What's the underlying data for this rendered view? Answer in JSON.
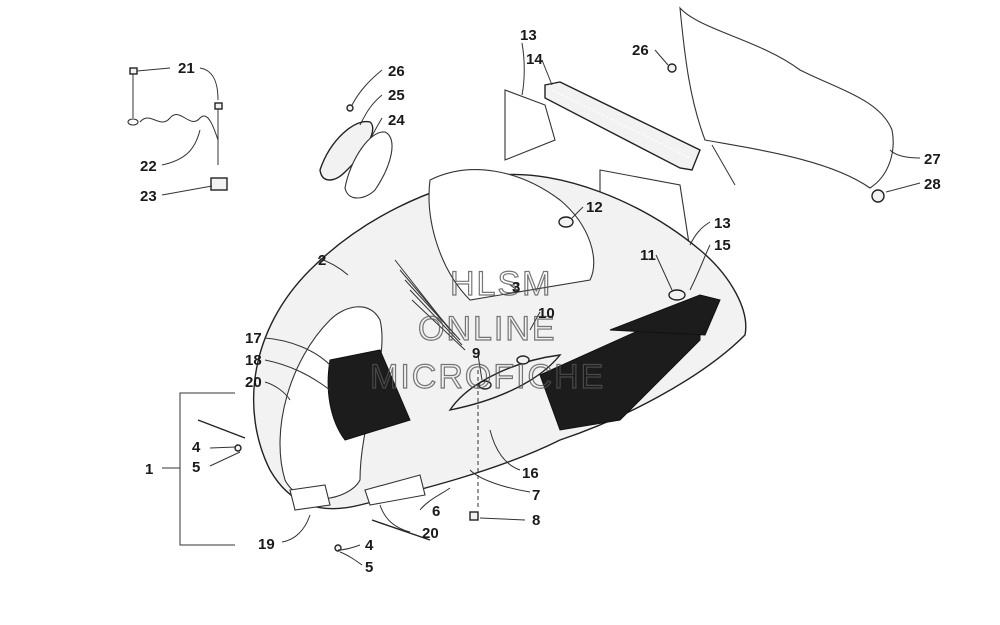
{
  "callouts": [
    {
      "id": "c1",
      "text": "1"
    },
    {
      "id": "c2",
      "text": "2"
    },
    {
      "id": "c3",
      "text": "3"
    },
    {
      "id": "c4a",
      "text": "4"
    },
    {
      "id": "c4b",
      "text": "4"
    },
    {
      "id": "c5a",
      "text": "5"
    },
    {
      "id": "c5b",
      "text": "5"
    },
    {
      "id": "c6",
      "text": "6"
    },
    {
      "id": "c7",
      "text": "7"
    },
    {
      "id": "c8",
      "text": "8"
    },
    {
      "id": "c9",
      "text": "9"
    },
    {
      "id": "c10",
      "text": "10"
    },
    {
      "id": "c11",
      "text": "11"
    },
    {
      "id": "c12",
      "text": "12"
    },
    {
      "id": "c13a",
      "text": "13"
    },
    {
      "id": "c13b",
      "text": "13"
    },
    {
      "id": "c14",
      "text": "14"
    },
    {
      "id": "c15",
      "text": "15"
    },
    {
      "id": "c16",
      "text": "16"
    },
    {
      "id": "c17",
      "text": "17"
    },
    {
      "id": "c18",
      "text": "18"
    },
    {
      "id": "c19",
      "text": "19"
    },
    {
      "id": "c20a",
      "text": "20"
    },
    {
      "id": "c20b",
      "text": "20"
    },
    {
      "id": "c21",
      "text": "21"
    },
    {
      "id": "c22",
      "text": "22"
    },
    {
      "id": "c23",
      "text": "23"
    },
    {
      "id": "c24",
      "text": "24"
    },
    {
      "id": "c25",
      "text": "25"
    },
    {
      "id": "c26a",
      "text": "26"
    },
    {
      "id": "c26b",
      "text": "26"
    },
    {
      "id": "c27",
      "text": "27"
    },
    {
      "id": "c28",
      "text": "28"
    }
  ],
  "watermark": {
    "line1": "HLSM",
    "line2": "ONLINE",
    "line3": "MICROFICHE"
  },
  "colors": {
    "line": "#222222",
    "fill_light": "#f2f2f2",
    "decal_dark": "#1c1c1c"
  }
}
